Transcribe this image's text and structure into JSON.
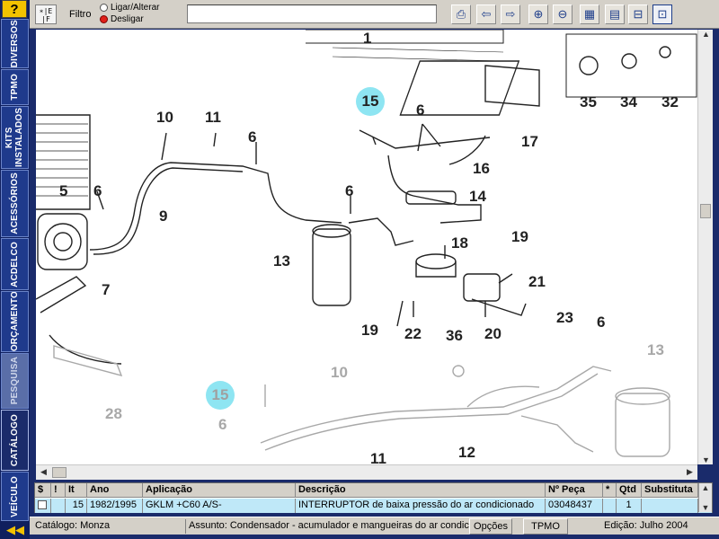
{
  "sidebar": {
    "help": "?",
    "tabs": [
      {
        "label": "DIVERSOS"
      },
      {
        "label": "TPMO"
      },
      {
        "label": "KITS INSTALADOS"
      },
      {
        "label": "ACESSÓRIOS"
      },
      {
        "label": "ACDELCO"
      },
      {
        "label": "ORÇAMENTO"
      },
      {
        "label": "PESQUISA"
      },
      {
        "label": "CATÁLOGO"
      },
      {
        "label": "VEÍCULO"
      }
    ],
    "active_tab": "CATÁLOGO",
    "collapse_arrow": "◀◀"
  },
  "toolbar": {
    "filter_label": "Filtro",
    "filter_icon_text": "∗|E\n|F",
    "radio_on": "Ligar/Alterar",
    "radio_off": "Desligar",
    "selected_radio": "Desligar",
    "filter_value": "",
    "buttons": [
      {
        "name": "print",
        "glyph": "⎙"
      },
      {
        "name": "back",
        "glyph": "⇦"
      },
      {
        "name": "forward",
        "glyph": "⇨"
      },
      {
        "name": "zoom-in",
        "glyph": "⊕"
      },
      {
        "name": "zoom-out",
        "glyph": "⊖"
      },
      {
        "name": "grid",
        "glyph": "▦"
      },
      {
        "name": "calculator",
        "glyph": "▤"
      },
      {
        "name": "car",
        "glyph": "⊟"
      },
      {
        "name": "car-outline",
        "glyph": "⊡"
      }
    ]
  },
  "diagram": {
    "callouts": {
      "c1": "1",
      "c35": "35",
      "c34": "34",
      "c32": "32",
      "c15a": "15",
      "c6a": "6",
      "c17": "17",
      "c16": "16",
      "c10a": "10",
      "c11a": "11",
      "c6b": "6",
      "c5": "5",
      "c6c": "6",
      "c9": "9",
      "c6d": "6",
      "c14": "14",
      "c13a": "13",
      "c18": "18",
      "c19a": "19",
      "c21": "21",
      "c7": "7",
      "c19b": "19",
      "c22": "22",
      "c20": "20",
      "c23": "23",
      "c6e": "6",
      "c36": "36",
      "c13b": "13",
      "c28": "28",
      "c10b": "10",
      "c15b": "15",
      "c6f": "6",
      "c11b": "11",
      "c12": "12"
    }
  },
  "table": {
    "headers": [
      "$",
      "!",
      "It",
      "Ano",
      "Aplicação",
      "Descrição",
      "Nº Peça",
      "*",
      "Qtd",
      "Substituta"
    ],
    "rows": [
      {
        "flag": "",
        "item": "15",
        "year": "1982/1995",
        "application": "GKLM +C60 A/S-",
        "description": "INTERRUPTOR de baixa pressão do ar condicionado",
        "part_number": "03048437",
        "star": "",
        "qty": "1",
        "substitute": ""
      }
    ]
  },
  "status": {
    "catalog": "Catálogo: Monza",
    "subject": "Assunto: Condensador - acumulador e mangueiras do ar condicionado",
    "options_button": "Opções",
    "tpmo_button": "TPMO",
    "edition": "Edição: Julho 2004"
  },
  "colors": {
    "highlight": "#8ee5f2",
    "selected_row": "#bfe8f8",
    "sidebar": "#1f3a8c",
    "help_button": "#f2c200"
  }
}
